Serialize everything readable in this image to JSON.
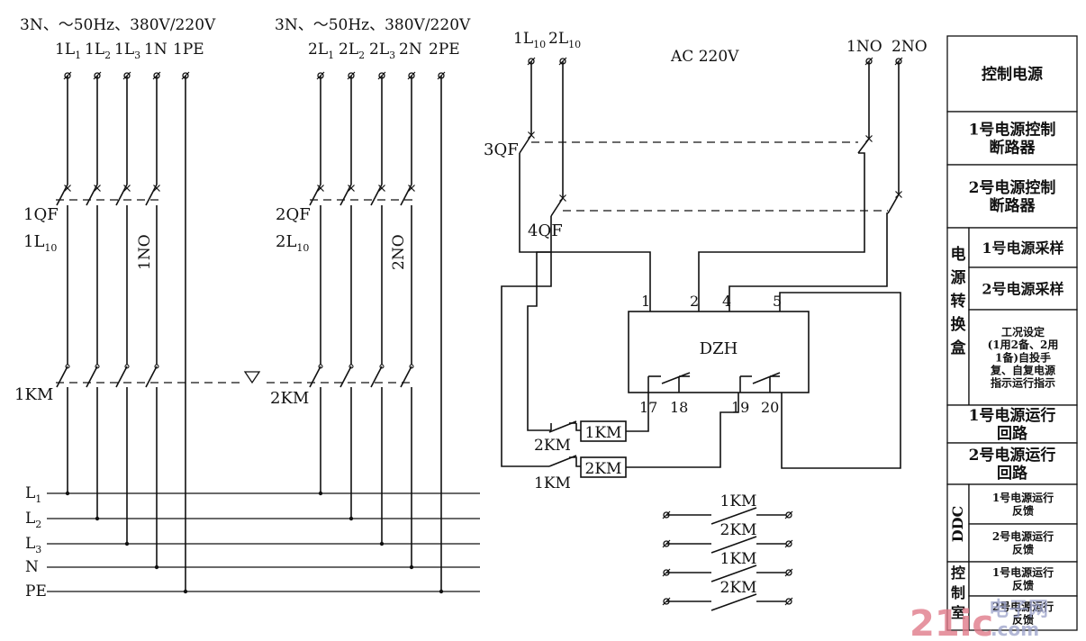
{
  "supply1": {
    "spec": "3N、～50Hz、380V/220V",
    "terminals": [
      {
        "base": "1L",
        "sub": "1"
      },
      {
        "base": "1L",
        "sub": "2"
      },
      {
        "base": "1L",
        "sub": "3"
      },
      {
        "base": "1N",
        "sub": ""
      },
      {
        "base": "1PE",
        "sub": ""
      }
    ],
    "breaker": "1QF",
    "aux": {
      "base": "1L",
      "sub": "10"
    },
    "aux_no": "1NO",
    "contactor": "1KM"
  },
  "supply2": {
    "spec": "3N、～50Hz、380V/220V",
    "terminals": [
      {
        "base": "2L",
        "sub": "1"
      },
      {
        "base": "2L",
        "sub": "2"
      },
      {
        "base": "2L",
        "sub": "3"
      },
      {
        "base": "2N",
        "sub": ""
      },
      {
        "base": "2PE",
        "sub": ""
      }
    ],
    "breaker": "2QF",
    "aux": {
      "base": "2L",
      "sub": "10"
    },
    "aux_no": "2NO",
    "contactor": "2KM"
  },
  "buses": [
    {
      "base": "L",
      "sub": "1"
    },
    {
      "base": "L",
      "sub": "2"
    },
    {
      "base": "L",
      "sub": "3"
    },
    {
      "base": "N",
      "sub": ""
    },
    {
      "base": "PE",
      "sub": ""
    }
  ],
  "control": {
    "inputs": [
      {
        "base": "1L",
        "sub": "10"
      },
      {
        "base": "2L",
        "sub": "10"
      }
    ],
    "voltage": "AC 220V",
    "no_inputs": [
      "1NO",
      "2NO"
    ],
    "breakers": [
      "3QF",
      "4QF"
    ],
    "controller": "DZH",
    "pins_top": [
      "1",
      "2",
      "4",
      "5"
    ],
    "pins_bottom": [
      "17",
      "18",
      "19",
      "20"
    ],
    "coil_1": "1KM",
    "coil_2": "2KM",
    "interlock_1": "2KM",
    "interlock_2": "1KM",
    "aux_contacts": [
      "1KM",
      "2KM",
      "1KM",
      "2KM"
    ]
  },
  "legend": {
    "rows": [
      "控制电源",
      "1号电源控制\n断路器",
      "2号电源控制\n断路器",
      "1号电源采样",
      "2号电源采样",
      "工况设定\n(1用2备、2用\n1备)自投手\n复、自复电源\n指示运行指示",
      "1号电源运行\n回路",
      "2号电源运行\n回路",
      "1号电源运行\n反馈",
      "2号电源运行\n反馈",
      "1号电源运行\n反馈",
      "2号电源运行\n反馈"
    ],
    "groups": [
      "电源转换盒",
      "DDC",
      "控制室"
    ]
  },
  "watermark": {
    "big": "21ic",
    "small": "电子网",
    "domain": ".com"
  }
}
